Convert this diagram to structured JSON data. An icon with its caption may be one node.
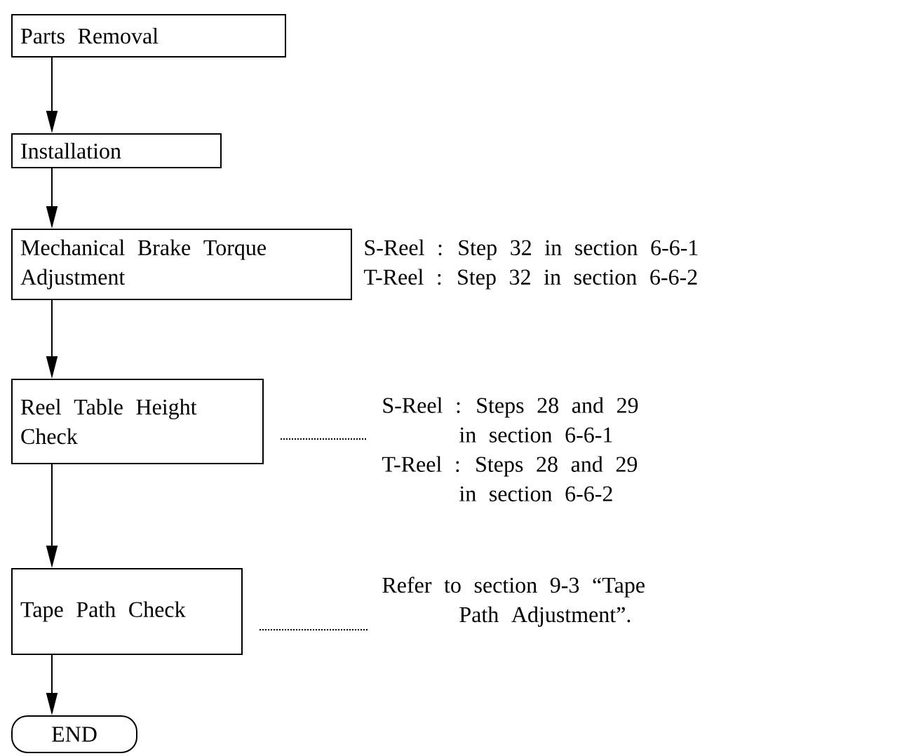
{
  "diagram": {
    "nodes": [
      {
        "text": [
          "Parts Removal"
        ]
      },
      {
        "text": [
          "Installation"
        ]
      },
      {
        "text": [
          "Mechanical Brake Torque Adjustment"
        ],
        "beside": [
          "S-Reel : Step 32 in section 6-6-1",
          "T-Reel : Step 32 in section 6-6-2"
        ]
      },
      {
        "text": [
          "Reel Table Height Check"
        ]
      },
      {
        "text": [
          "Tape Path Check"
        ]
      },
      {
        "text": [
          "END"
        ]
      },
      {
        "text": [
          "S-Reel : Steps 28 and 29 in section 6-6-1",
          "T-Reel : Steps 28 and 29 in section 6-6-2"
        ]
      },
      {
        "text": [
          "Refer to section 9-3 “Tape Path Adjustment”."
        ]
      }
    ],
    "edges": [
      {
        "from": 0,
        "to": 1,
        "arrow": "to"
      },
      {
        "from": 1,
        "to": 2,
        "arrow": "to"
      },
      {
        "from": 2,
        "to": 3,
        "arrow": "to"
      },
      {
        "from": 3,
        "to": 4,
        "arrow": "to"
      },
      {
        "from": 4,
        "to": 5,
        "arrow": "to"
      },
      {
        "from": 3,
        "to": 6,
        "arrow": "none",
        "style": "dashed"
      },
      {
        "from": 4,
        "to": 7,
        "arrow": "none",
        "style": "dashed"
      }
    ]
  }
}
